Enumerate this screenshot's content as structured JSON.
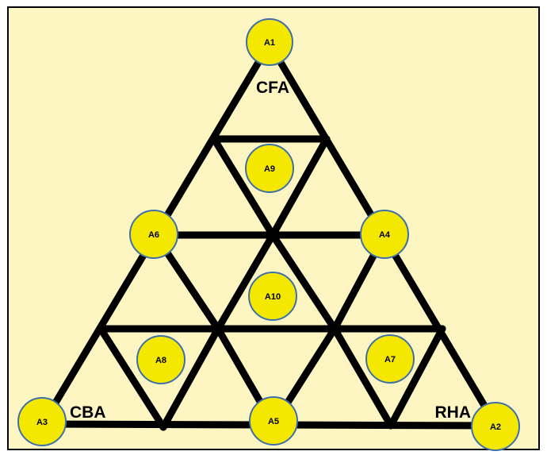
{
  "colors": {
    "background": "#fdf6c3",
    "border": "#000000",
    "edge": "#000000",
    "node_fill": "#f4e800",
    "node_stroke": "#3f6fa8"
  },
  "nodes": {
    "a1": "A1",
    "a2": "A2",
    "a3": "A3",
    "a4": "A4",
    "a5": "A5",
    "a6": "A6",
    "a7": "A7",
    "a8": "A8",
    "a9": "A9",
    "a10": "A10"
  },
  "labels": {
    "cfa": "CFA",
    "cba": "CBA",
    "rha": "RHA"
  }
}
